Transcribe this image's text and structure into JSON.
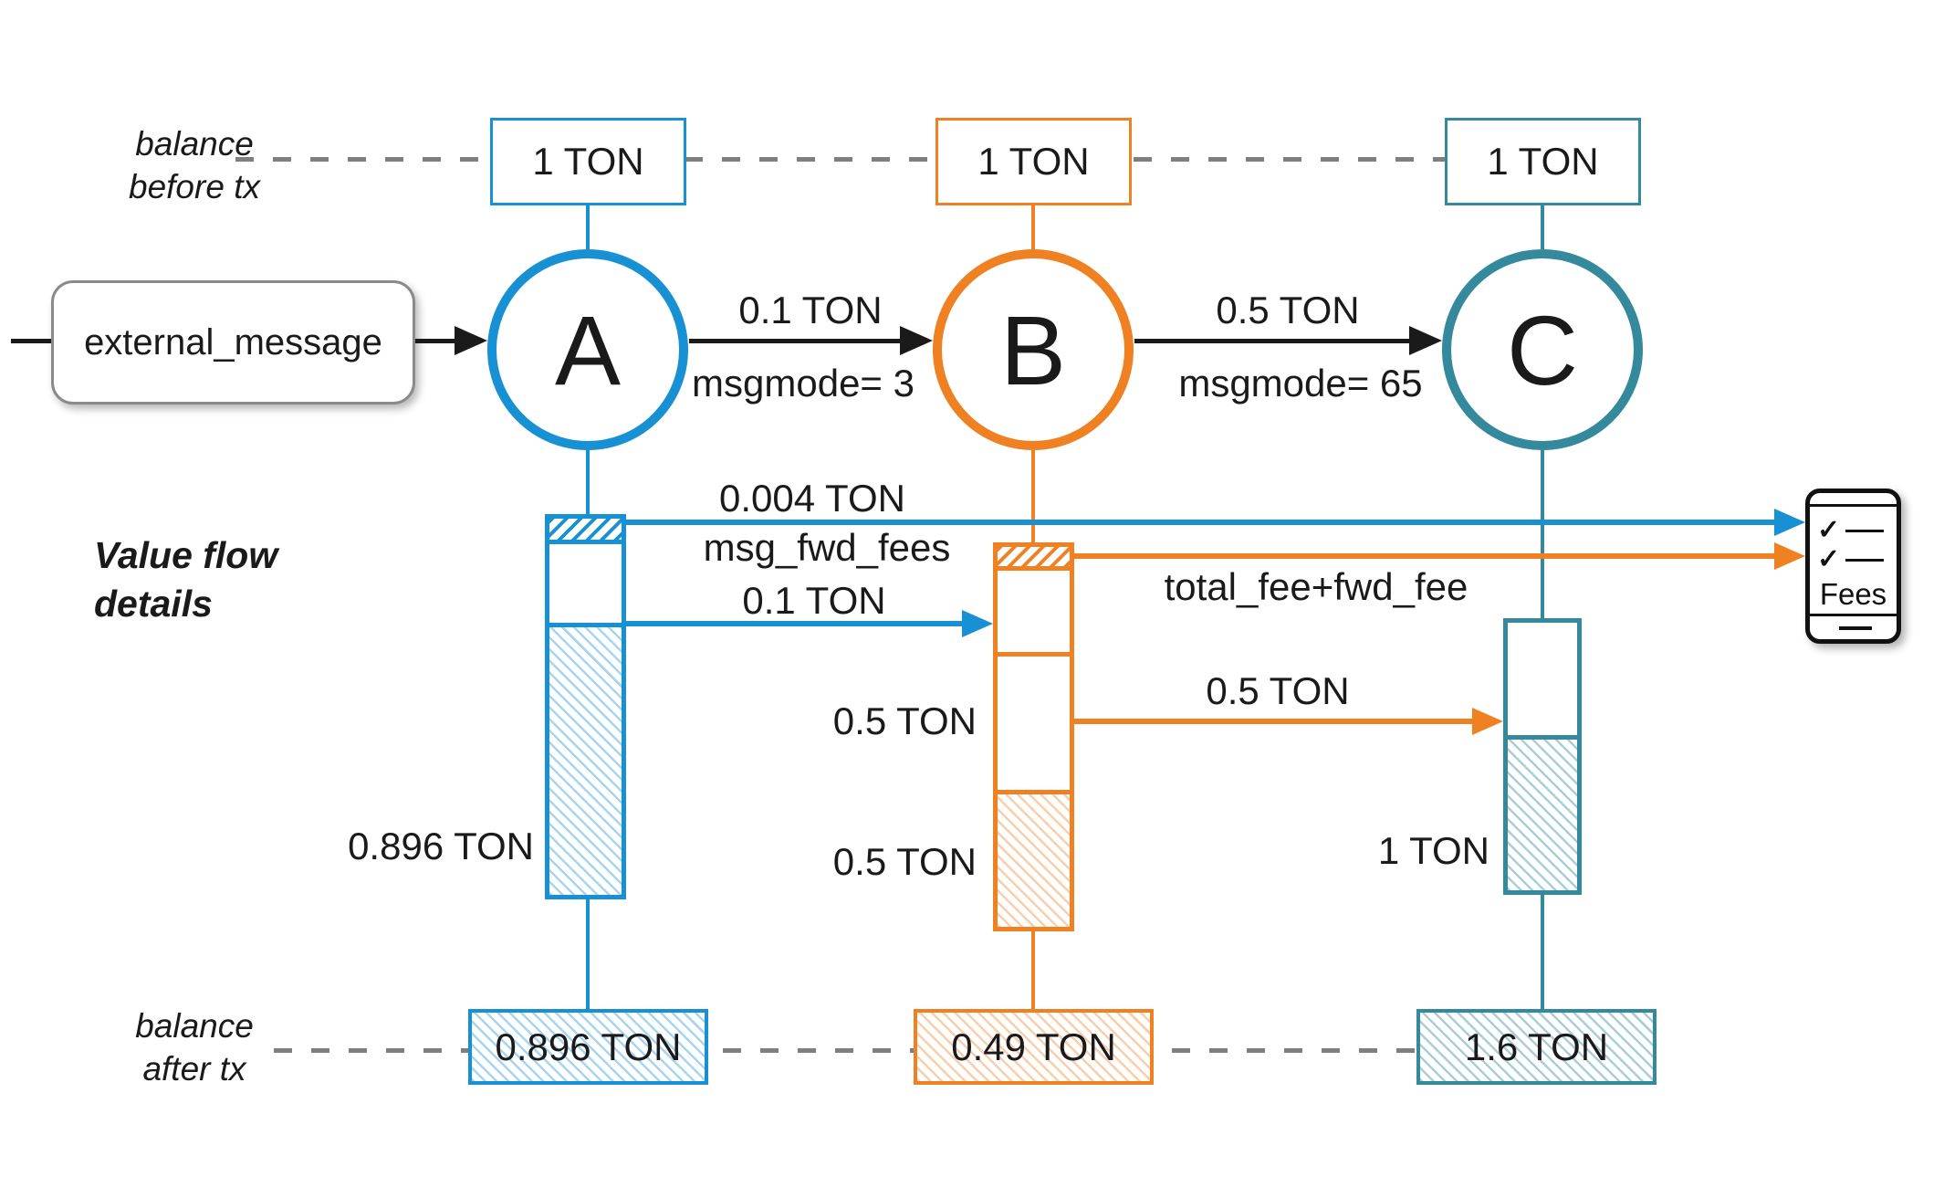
{
  "palette": {
    "blue": "#1791d4",
    "orange": "#ef8122",
    "teal": "#35899c",
    "black": "#1a1a1a",
    "gray_dash": "#7f7f7f",
    "gray_box": "#8a8a8a"
  },
  "labels": {
    "balance_before": {
      "line1": "balance",
      "line2": "before tx"
    },
    "balance_after": {
      "line1": "balance",
      "line2": "after tx"
    },
    "value_flow": {
      "line1": "Value flow",
      "line2": "details"
    }
  },
  "external": {
    "label": "external_message"
  },
  "accounts": [
    {
      "letter": "A",
      "balance_before": "1 TON",
      "balance_after": "0.896 TON"
    },
    {
      "letter": "B",
      "balance_before": "1 TON",
      "balance_after": "0.49 TON"
    },
    {
      "letter": "C",
      "balance_before": "1 TON",
      "balance_after": "1.6  TON"
    }
  ],
  "messages": [
    {
      "amount": "0.1 TON",
      "mode": "msgmode= 3"
    },
    {
      "amount": "0.5 TON",
      "mode": "msgmode= 65"
    }
  ],
  "flows": {
    "a_fee_amount": "0.004 TON",
    "a_fee_label": "msg_fwd_fees",
    "a_to_b_amount": "0.1 TON",
    "b_fee_label": "total_fee+fwd_fee",
    "b_to_c_amount": "0.5 TON",
    "a_remainder": "0.896 TON",
    "b_sent": "0.5 TON",
    "b_remainder": "0.5 TON",
    "c_remainder": "1 TON"
  },
  "fees_icon": {
    "label": "Fees"
  }
}
